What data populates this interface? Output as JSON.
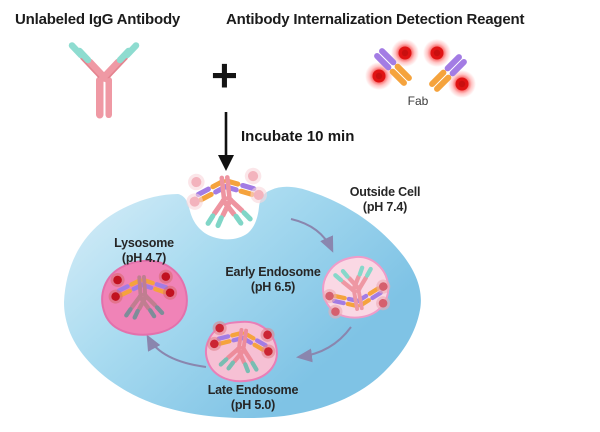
{
  "titles": {
    "unlabeled": "Unlabeled IgG Antibody",
    "reagent": "Antibody Internalization Detection Reagent",
    "plus_sign": "+",
    "incubate": "Incubate 10 min",
    "fab": "Fab"
  },
  "cell_labels": {
    "outside": {
      "name": "Outside Cell",
      "ph": "(pH 7.4)"
    },
    "early_endosome": {
      "name": "Early Endosome",
      "ph": "(pH 6.5)"
    },
    "late_endosome": {
      "name": "Late Endosome",
      "ph": "(pH 5.0)"
    },
    "lysosome": {
      "name": "Lysosome",
      "ph": "(pH 4.7)"
    }
  },
  "icons": {
    "plus": "plus-sign",
    "incubate_arrow": "down-arrow",
    "pathway_arrows": "curved-gray-arrow"
  },
  "colors": {
    "cell_light": "#d9eef8",
    "cell_mid": "#a9dbf0",
    "cell_deep": "#7fc3e5",
    "vesicle_light_fill": "#fad8e4",
    "vesicle_light_stroke": "#ef9cc9",
    "vesicle_mid_fill": "#f6c0d4",
    "vesicle_mid_stroke": "#e97fb8",
    "lysosome_fill": "#f083b7",
    "lysosome_stroke": "#e371ac",
    "antibody_pink": "#ef99a4",
    "antibody_pink_dark": "#e5838f",
    "antibody_teal": "#8edcd0",
    "fab_orange": "#f5a33d",
    "fab_purple": "#a37ce4",
    "dot_red": "#df1616",
    "dot_red_deep": "#c40f0f",
    "dot_faded_pink": "#f3b3bd",
    "dot_rose": "#d5606e",
    "arrow_gray": "#8a86ae",
    "ink": "#1d1d1d"
  }
}
